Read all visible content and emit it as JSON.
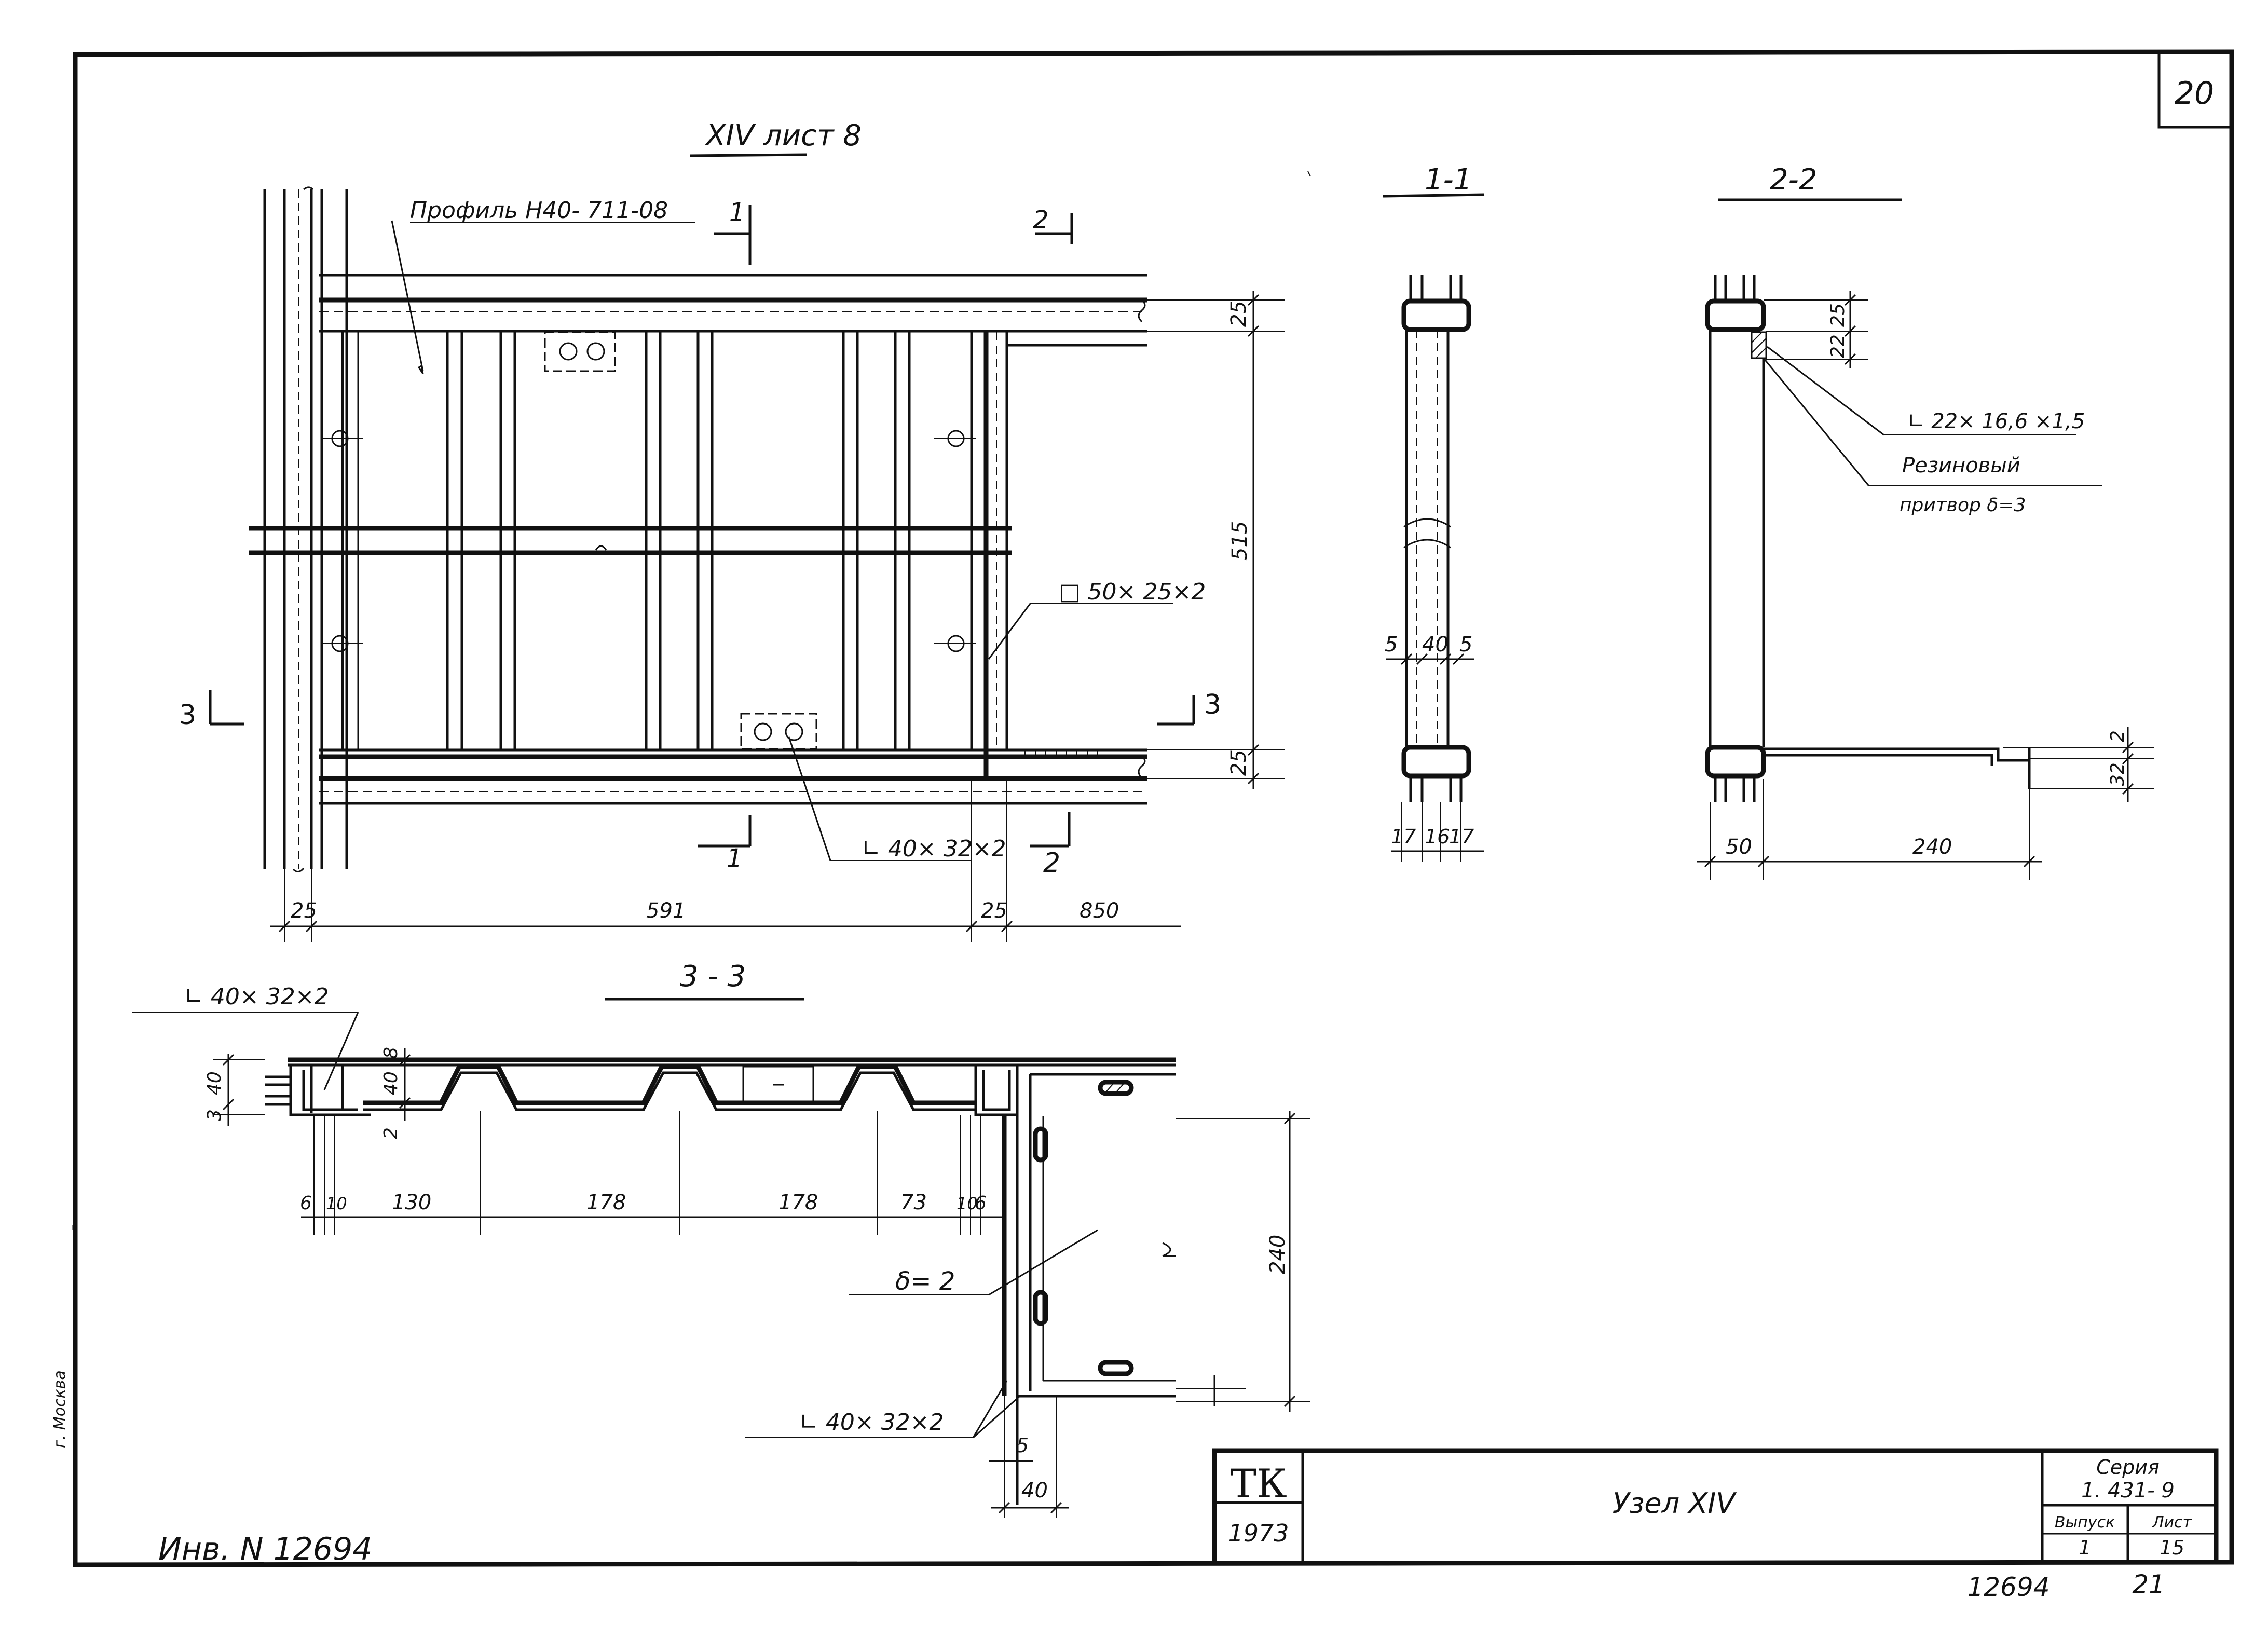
{
  "sheet_corner_number": "20",
  "main_view": {
    "title": "XIV лист 8",
    "label_profile": "Профиль Н40- 711-08",
    "label_tube": "□ 50× 25×2",
    "label_angle": "∟ 40× 32×2",
    "cut_1": "1",
    "cut_2": "2",
    "cut_3": "3",
    "dim_25a": "25",
    "dim_515": "515",
    "dim_25b": "25",
    "dim_bottom_25a": "25",
    "dim_bottom_591": "591",
    "dim_bottom_25b": "25",
    "dim_bottom_850": "850"
  },
  "section_1_1": {
    "title": "1-1",
    "dim_5a": "5",
    "dim_40": "40",
    "dim_5b": "5",
    "dim_17a": "17",
    "dim_16": "16",
    "dim_17b": "17"
  },
  "section_2_2": {
    "title": "2-2",
    "dim_25": "25",
    "dim_22": "22",
    "label_angle": "∟ 22× 16,6 ×1,5",
    "label_rubber_1": "Резиновый",
    "label_rubber_2": "притвор  δ=3",
    "dim_2": "2",
    "dim_32": "32",
    "dim_50": "50",
    "dim_240": "240"
  },
  "section_3_3": {
    "title": "3 - 3",
    "label_angle_top": "∟ 40× 32×2",
    "dim_40_left": "40",
    "dim_3": "3",
    "dim_8": "8",
    "dim_40_inner": "40",
    "dim_2": "2",
    "dim_6a": "6",
    "dim_10a": "10",
    "dim_130": "130",
    "dim_178a": "178",
    "dim_178b": "178",
    "dim_73": "73",
    "dim_10b": "10",
    "dim_6b": "6",
    "label_delta": "δ= 2",
    "label_angle_bottom": "∟ 40× 32×2",
    "dim_240": "240",
    "dim_5": "5",
    "dim_40_bottom": "40"
  },
  "title_block": {
    "org": "ТК",
    "year": "1973",
    "name": "Узел XIV",
    "series_label": "Серия",
    "series_value": "1. 431- 9",
    "issue_label": "Выпуск",
    "issue_value": "1",
    "sheet_label": "Лист",
    "sheet_value": "15"
  },
  "left_margin_text": "г. Москва",
  "inventory": "Инв. N 12694",
  "bottom_numbers": {
    "code": "12694",
    "page": "21"
  }
}
